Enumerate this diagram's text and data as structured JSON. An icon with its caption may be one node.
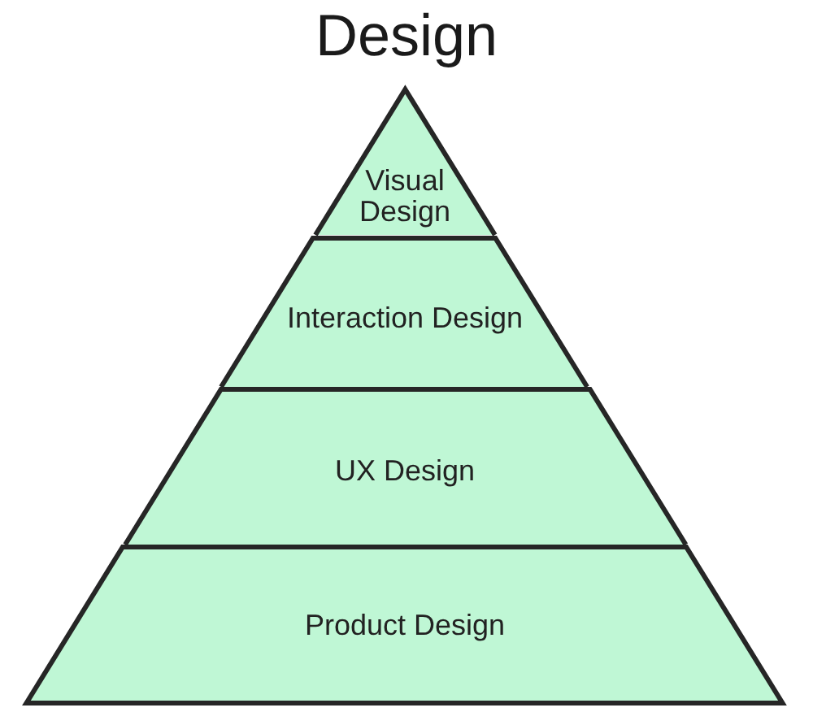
{
  "diagram": {
    "title": "Design",
    "nodes": [
      {
        "text": [
          "Visual Design"
        ]
      },
      {
        "text": [
          "Interaction Design"
        ]
      },
      {
        "text": [
          "UX Design"
        ]
      },
      {
        "text": [
          "Product Design"
        ]
      }
    ]
  }
}
